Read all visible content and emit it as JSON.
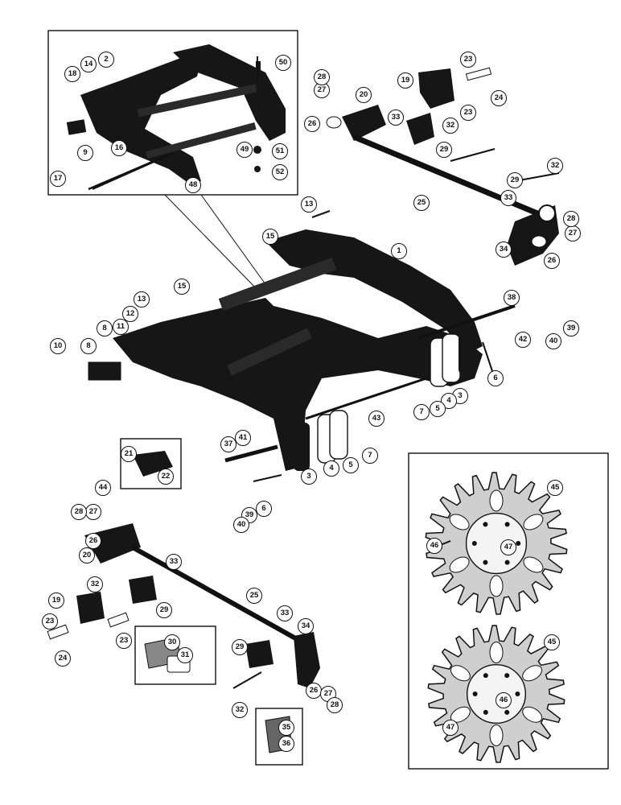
{
  "callouts": [
    "1",
    "2",
    "3",
    "3",
    "4",
    "4",
    "5",
    "5",
    "6",
    "6",
    "7",
    "7",
    "8",
    "8",
    "9",
    "10",
    "11",
    "12",
    "13",
    "13",
    "14",
    "15",
    "15",
    "16",
    "17",
    "18",
    "19",
    "19",
    "20",
    "20",
    "21",
    "22",
    "23",
    "23",
    "23",
    "23",
    "24",
    "24",
    "25",
    "25",
    "26",
    "26",
    "26",
    "26",
    "27",
    "27",
    "27",
    "27",
    "28",
    "28",
    "28",
    "28",
    "29",
    "29",
    "29",
    "29",
    "30",
    "31",
    "32",
    "32",
    "32",
    "32",
    "33",
    "33",
    "33",
    "33",
    "34",
    "34",
    "35",
    "36",
    "37",
    "38",
    "39",
    "39",
    "40",
    "40",
    "41",
    "42",
    "43",
    "44",
    "45",
    "45",
    "46",
    "46",
    "47",
    "47",
    "48",
    "49",
    "50",
    "51",
    "52"
  ],
  "colors": {
    "ink": "#161616",
    "paper": "#ffffff"
  }
}
